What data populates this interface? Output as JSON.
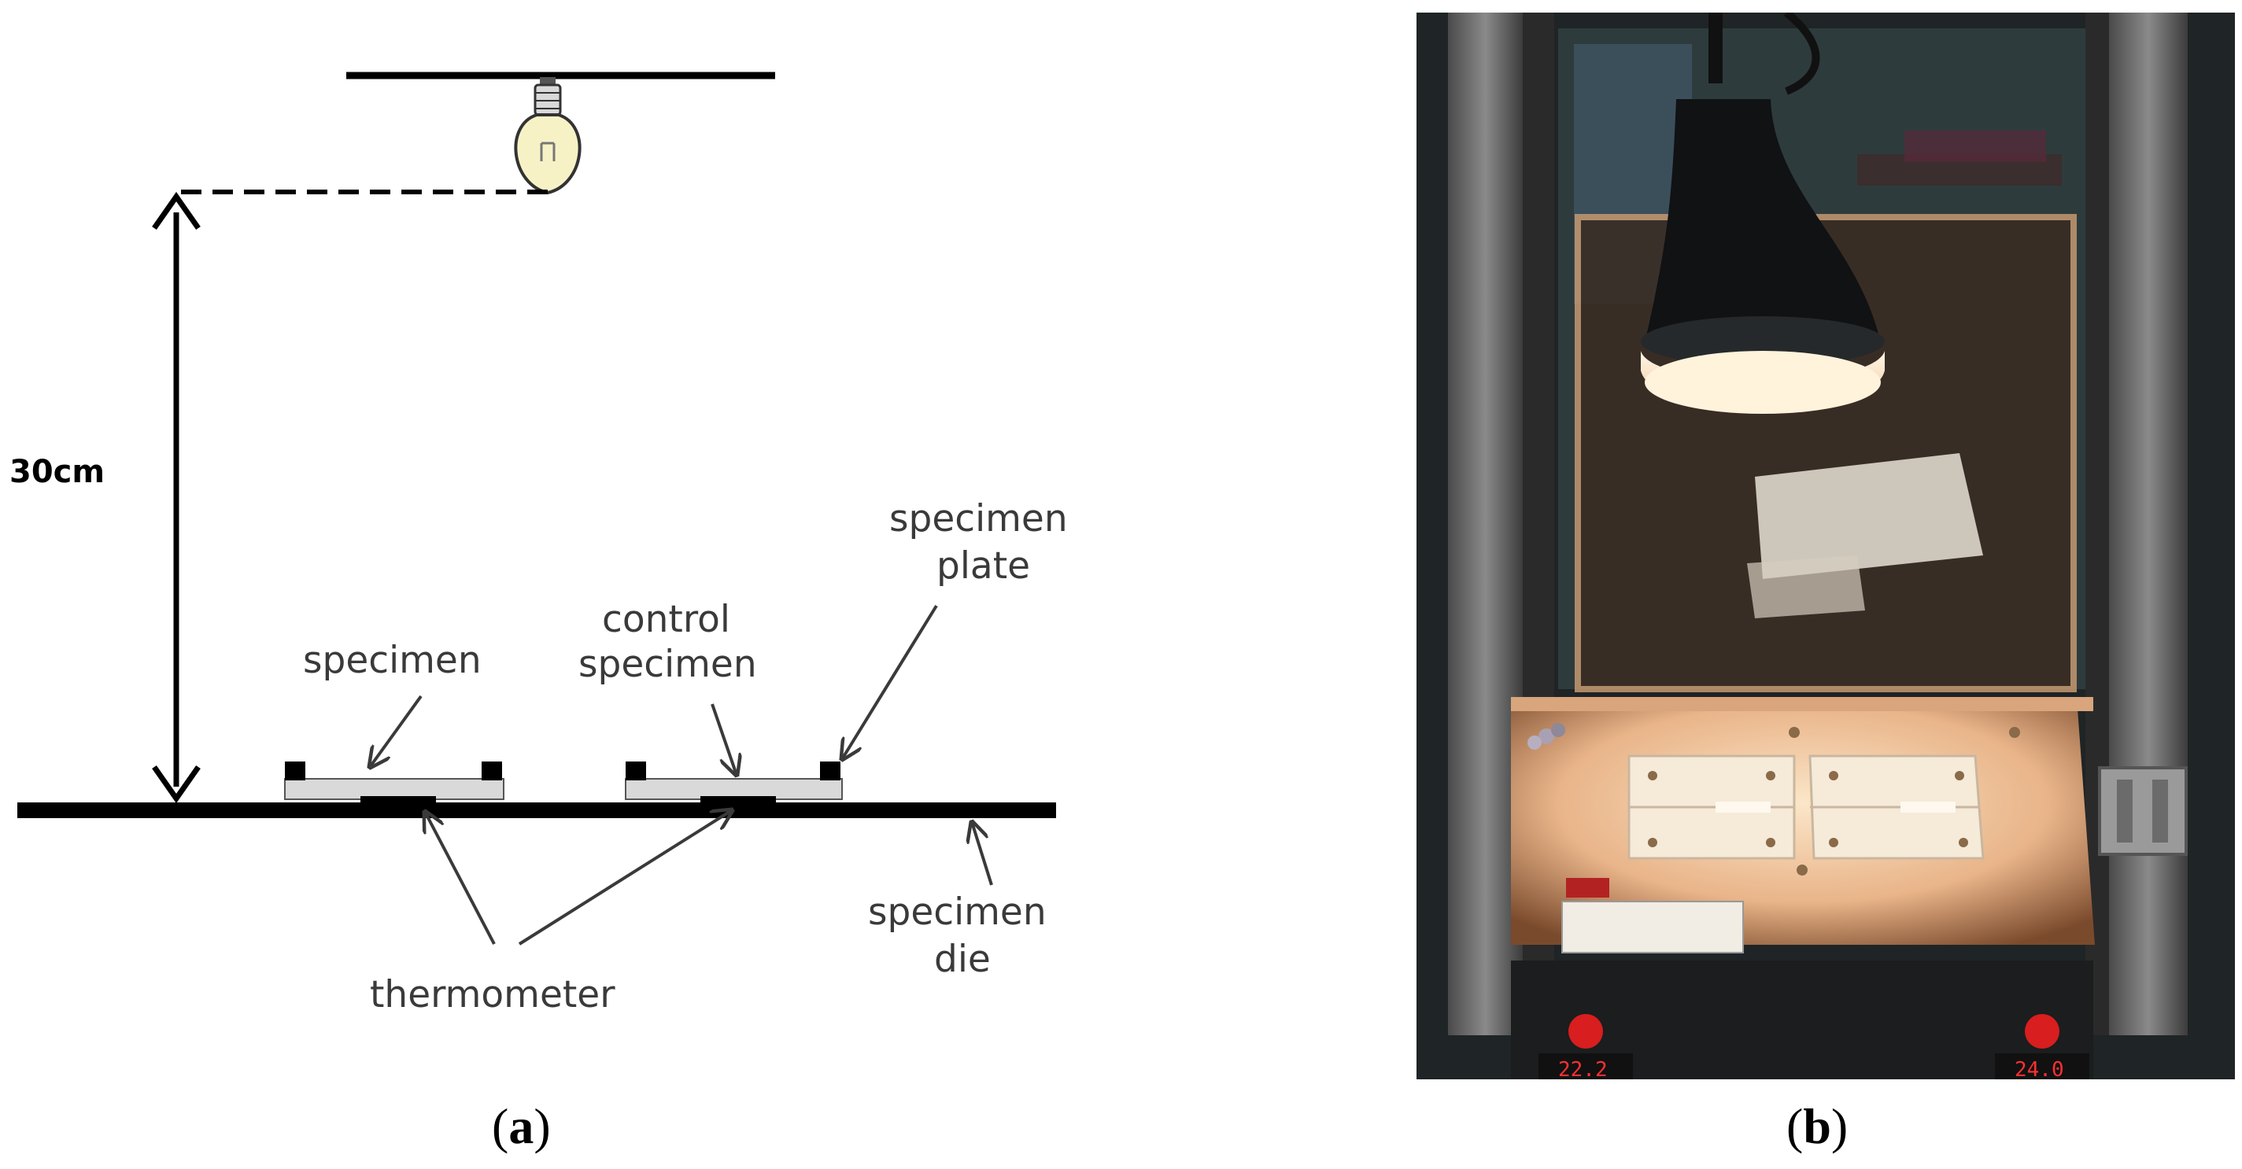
{
  "panel_a": {
    "distance_label": "30cm",
    "labels": {
      "specimen": "specimen",
      "control_line1": "control",
      "control_line2": "specimen",
      "plate_line1": "specimen",
      "plate_line2": "plate",
      "die_line1": "specimen",
      "die_line2": "die",
      "thermometer": "thermometer"
    },
    "caption_open": "(",
    "caption_letter": "a",
    "caption_close": ")"
  },
  "panel_b": {
    "display_left": "22.2",
    "display_right": "24.0",
    "caption_open": "(",
    "caption_letter": "b",
    "caption_close": ")"
  },
  "colors": {
    "bulb_fill": "#f7f2c6",
    "lamp_glow": "#fff3dc",
    "warm_light": "#f4d3b0"
  }
}
